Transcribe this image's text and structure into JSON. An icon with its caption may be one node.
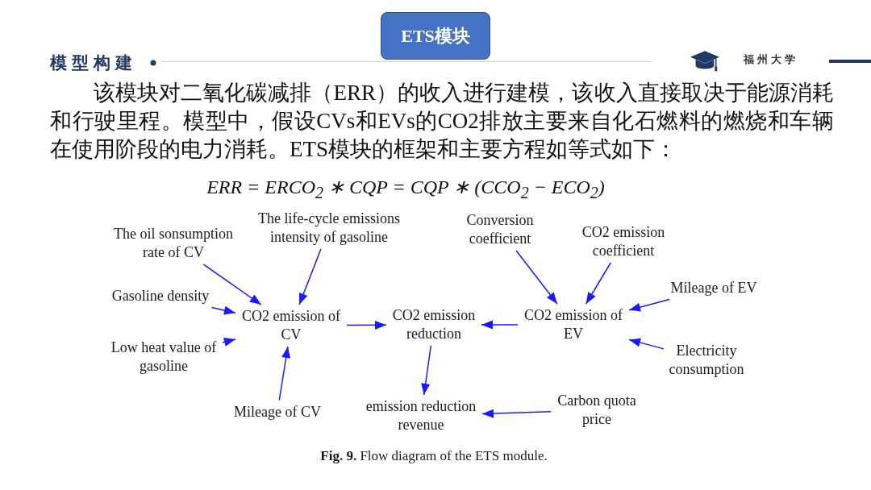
{
  "diagram": {
    "title": "模型构建",
    "caption": "**Fig. 9.** Flow diagram of the ETS module.",
    "nodes": [
      {
        "text": [
          "ETS模块"
        ]
      },
      {
        "text": [
          "The oil sonsumption rate of CV"
        ]
      },
      {
        "text": [
          "The life-cycle emissions intensity of gasoline"
        ]
      },
      {
        "text": [
          "Conversion coefficient"
        ]
      },
      {
        "text": [
          "CO2 emission coefficient"
        ]
      },
      {
        "text": [
          "Mileage of EV"
        ]
      },
      {
        "text": [
          "Gasoline density"
        ]
      },
      {
        "text": [
          "CO2 emission of CV"
        ]
      },
      {
        "text": [
          "CO2 emission reduction"
        ]
      },
      {
        "text": [
          "CO2 emission of EV"
        ]
      },
      {
        "text": [
          "Low heat value of gasoline"
        ]
      },
      {
        "text": [
          "Electricity consumption"
        ]
      },
      {
        "text": [
          "Mileage of CV"
        ]
      },
      {
        "text": [
          "emission reduction revenue"
        ]
      },
      {
        "text": [
          "Carbon quota price"
        ]
      }
    ],
    "edges": [
      {
        "from": 1,
        "to": 7,
        "arrow": "to"
      },
      {
        "from": 2,
        "to": 7,
        "arrow": "to"
      },
      {
        "from": 6,
        "to": 7,
        "arrow": "to"
      },
      {
        "from": 10,
        "to": 7,
        "arrow": "to"
      },
      {
        "from": 12,
        "to": 7,
        "arrow": "to"
      },
      {
        "from": 7,
        "to": 8,
        "arrow": "to"
      },
      {
        "from": 9,
        "to": 8,
        "arrow": "to"
      },
      {
        "from": 3,
        "to": 9,
        "arrow": "to"
      },
      {
        "from": 4,
        "to": 9,
        "arrow": "to"
      },
      {
        "from": 5,
        "to": 9,
        "arrow": "to"
      },
      {
        "from": 11,
        "to": 9,
        "arrow": "to"
      },
      {
        "from": 8,
        "to": 13,
        "arrow": "to"
      },
      {
        "from": 14,
        "to": 13,
        "arrow": "to"
      }
    ],
    "labels": [
      "福州大学",
      "该模块对二氧化碳减排（ERR）的收入进行建模，该收入直接取决于能源消耗和行驶里程。模型中，假设CVs和EVs的CO2排放主要来自化石燃料的燃烧和车辆在使用阶段的电力消耗。ETS模块的框架和主要方程如等式如下：",
      "ERR = ERCO$_{2}$ ∗ CQP = CQP ∗ (CCO$_{2}$ − ECO$_{2}$)"
    ]
  }
}
